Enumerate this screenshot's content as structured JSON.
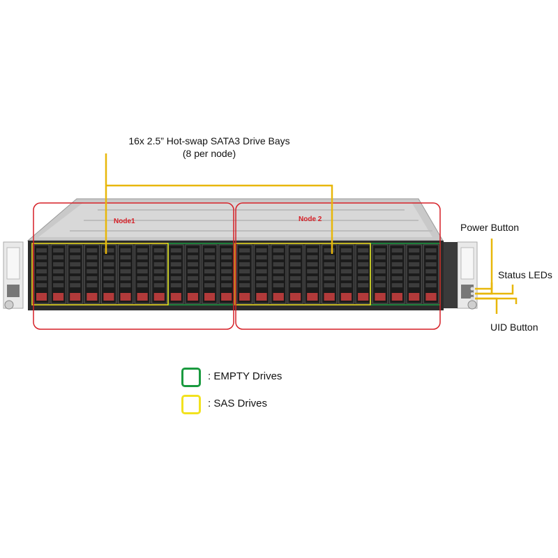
{
  "callouts": {
    "drive_bays_line1": "16x 2.5” Hot-swap SATA3 Drive Bays",
    "drive_bays_line2": "(8 per node)",
    "power_button": "Power Button",
    "status_leds": "Status LEDs",
    "uid_button": "UID Button"
  },
  "nodes": [
    {
      "label": "Node1"
    },
    {
      "label": "Node 2"
    }
  ],
  "legend": [
    {
      "text": ": EMPTY Drives",
      "color": "#1a9a3f"
    },
    {
      "text": ": SAS Drives",
      "color": "#f2e21e"
    }
  ],
  "colors": {
    "node_outline": "#d61f26",
    "callout_line": "#e8b70a",
    "empty_outline": "#1a9a3f",
    "sas_outline": "#f2e21e",
    "drive_latch": "#b23a3a"
  },
  "drive_bays": {
    "per_node": 8,
    "total": 16,
    "sas_per_node": 8,
    "empty_per_node": 4
  }
}
